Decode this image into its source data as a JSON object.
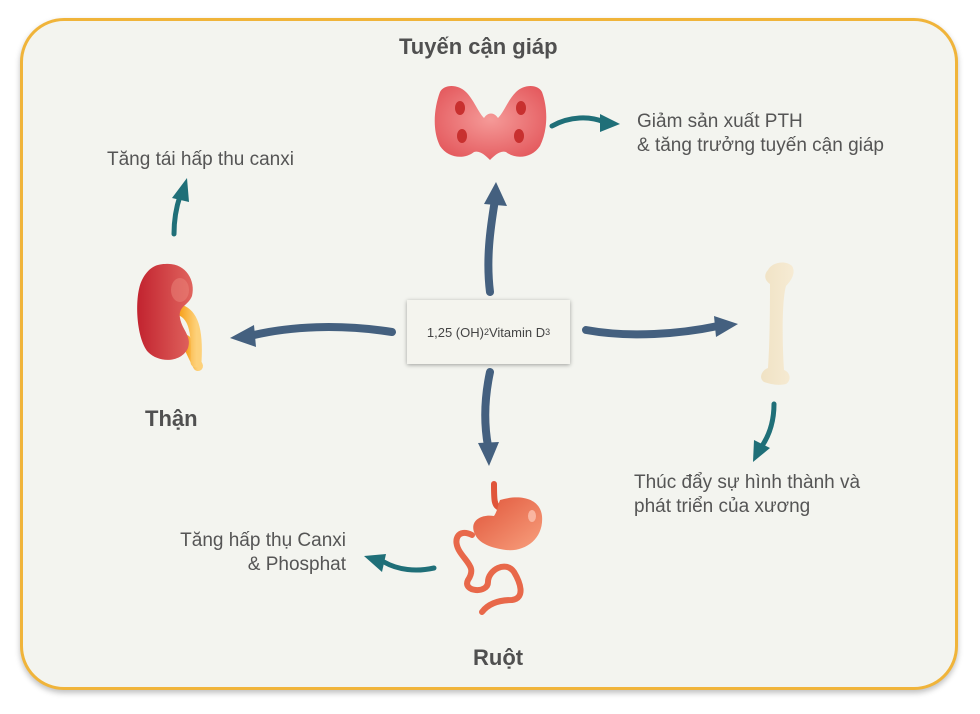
{
  "diagram": {
    "center": {
      "prefix": "1,25 (OH)",
      "sub1": "2",
      "middle": " Vitamin D",
      "sub2": "3"
    },
    "organs": {
      "parathyroid": {
        "title": "Tuyến cận giáp",
        "effect_line1": "Giảm sản xuất PTH",
        "effect_line2": "& tăng trưởng tuyến cận giáp",
        "icon": "thyroid-gland-icon"
      },
      "kidney": {
        "title": "Thận",
        "effect": "Tăng tái hấp thu canxi",
        "icon": "kidney-icon"
      },
      "bone": {
        "effect_line1": "Thúc đẩy sự hình thành và",
        "effect_line2": "phát triển của xương",
        "icon": "bone-icon"
      },
      "intestine": {
        "title": "Ruột",
        "effect_line1": "Tăng hấp thụ Canxi",
        "effect_line2": "& Phosphat",
        "icon": "stomach-intestine-icon"
      }
    },
    "colors": {
      "frame_border": "#f0b43a",
      "background": "#f3f4ef",
      "primary_arrow": "#44607f",
      "effect_arrow": "#1f6f78",
      "text": "#555555"
    }
  }
}
